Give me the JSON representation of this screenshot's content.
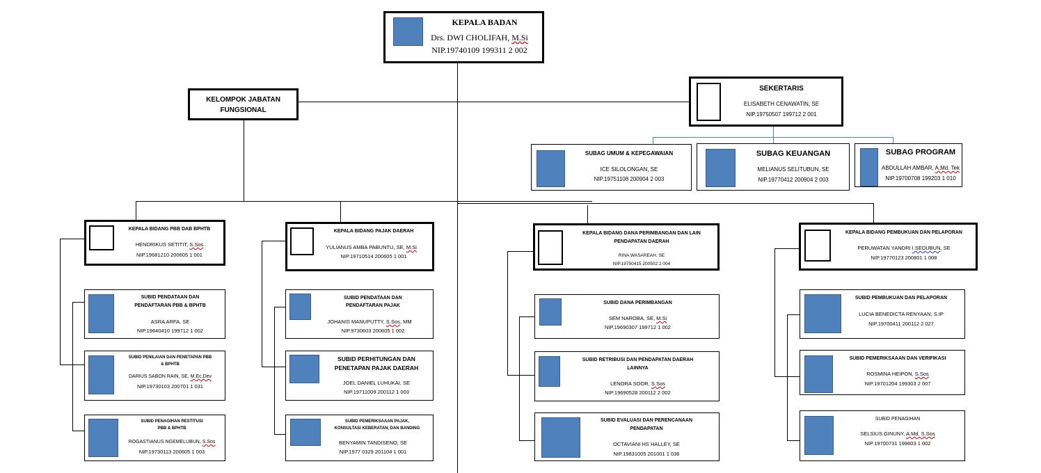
{
  "head": {
    "title": "KEPALA BADAN",
    "name_a": "Drs. DWI CHOLIFAH, ",
    "name_b": "M.Si",
    "nip": "NIP.19740109 199311 2 002"
  },
  "fungsional": {
    "line1": "KELOMPOK JABATAN",
    "line2": "FUNGSIONAL"
  },
  "sekertaris": {
    "title": "SEKERTARIS",
    "name": "ELISABETH  CENAWATIN,  SE",
    "nip": "NIP.19750507 199712 2 001"
  },
  "subag": [
    {
      "title": "SUBAG UMUM & KEPEGAWAIAN",
      "name_a": "ICE SILOLONGAN, SE",
      "name_b": "",
      "nip": "NIP.19751108 200904 2 003"
    },
    {
      "title": "SUBAG KEUANGAN",
      "name_a": "MELIANUS SELITUBUN, SE",
      "name_b": "",
      "nip": "NIP.19770412 200904 2 003"
    },
    {
      "title": "SUBAG PROGRAM",
      "name_a": "ABDULLAH AMBAR, ",
      "name_b": "A.Md. Tek",
      "nip": "NIP.19700708 199203 1 010"
    }
  ],
  "bidang": [
    {
      "title": "KEPALA BIDANG PBB DAB BPHTB",
      "name_a": "HENDRIKUS  SETITIT, ",
      "name_b": "S.Sos",
      "nip": "NIP.19681210  200605  1 001",
      "subid": [
        {
          "title1": "SUBID PENDATAAN DAN",
          "title2": "PENDAFTARAN PBB & BPHTB",
          "name_a": "ASRA  ARFA,  SE",
          "name_b": "",
          "nip": "NIP.19640410  199712  1 002"
        },
        {
          "title1": "SUBID PENILAIAN DAN PENETAPAN PBB",
          "title2": "& BPHTB",
          "name_a": "DARIUS SABON RAIN, SE, ",
          "name_b": "M.Ec.Dev",
          "nip": "NIP.19730103  200701  1 031"
        },
        {
          "title1": "SUBID PENAGIHAN RESTITUSI",
          "title2": "PBB & BPHTB",
          "name_a": "ROGASTIANUS NGEMELUBUN, ",
          "name_b": "S.Sos",
          "nip": "NIP.19730113  200605  1 003"
        }
      ]
    },
    {
      "title": "KEPALA BIDANG PAJAK DAERAH",
      "name_a": "YULIANUS  AMBA PABUNTU,  SE, ",
      "name_b": "M.Si",
      "nip": "NIP.19710514  200605  1 001",
      "subid": [
        {
          "title1": "SUBID PENDATAAN DAN",
          "title2": "PENDAFTARAN PAJAK",
          "name_a": "JOHANIS  MANUPUTTY,  ",
          "name_b": "S.Sos",
          "name_c": ", MM",
          "nip": "NIP.9730603  200605  1 002"
        },
        {
          "title1": "SUBID PERHITUNGAN DAN",
          "title2": "PENETAPAN PAJAK DAERAH",
          "name_a": "JOEL DANIEL LUHUKAI,  SE",
          "name_b": "",
          "nip": "NIP.19711009  200112  1 003"
        },
        {
          "title1": "SUBID PEMERIKSAAAN PAJAK,",
          "title2": "KONSULTASI KEBERATAN, DAN BANDING",
          "name_a": "BENYAMIN TANDISENO,  SE",
          "name_b": "",
          "nip": "NIP.1977  0329 201104  1 001"
        }
      ]
    },
    {
      "title1": "KEPALA BIDANG DANA PERIMBANGAN DAN LAIN",
      "title2": "PENDAPATAN DAERAH",
      "name_a": "RINA WASAREAH, SE",
      "name_b": "",
      "nip": "NIP.19750415 200502 2 004",
      "subid": [
        {
          "title1": "SUBID DANA PERIMBANGAN",
          "title2": "",
          "name_a": "SEM NAROBA,  SE, ",
          "name_b": "M.Si",
          "nip": "NIP.19690307  199712  1 002"
        },
        {
          "title1": "SUBID RETRIBUSI DAN PENDAPATAN DAERAH",
          "title2": "LAINNYA",
          "name_a": "LENORA  SOOR, ",
          "name_b": "S.Sos",
          "nip": "NIP.19690528  200112  2 002"
        },
        {
          "title1": "SUBID EVALUASI DAN PERENCANAAN",
          "title2": "PENDAPATAN",
          "name_a": "OCTAVIANI HS HALLEY,  SE",
          "name_b": "",
          "nip": "NIP.19831005  201001  1 036"
        }
      ]
    },
    {
      "title": "KEPALA BIDANG PEMBUKUAN DAN PELAPORAN",
      "name_a": "PERUWATAN  YANDRI ",
      "name_b": "I.SEDUBUN",
      "name_c": ",  SE",
      "nip": "NIP.19770123  200801  1 008",
      "subid": [
        {
          "title1": "SUBID PEMBUKUAN DAN PELAPORAN",
          "title2": "",
          "name_a": "LUCIA  BENEDICTA  RENYAAN,  S.IP",
          "name_b": "",
          "nip": "NIP.19700411  200112  2 027"
        },
        {
          "title1": "SUBID PEMERIKSAAAN DAN VERIFIKASI",
          "title2": "",
          "name_a": "ROSMINA  HEIPON, ",
          "name_b": "S.Sos",
          "nip": "NIP.19701204  199303  2 007"
        },
        {
          "title1": "SUBID PENAGIHAN",
          "title2": "",
          "name_a": "SELSIUS GINUNY,  ",
          "name_b": "A.Md. S.Sos",
          "nip": "NIP.19700731  199603  1 002"
        }
      ]
    }
  ],
  "colors": {
    "photo_fill": "#4f81bd",
    "photo_border": "#385d8a",
    "spell_mark": "#d00000",
    "spell_mark_blue": "#1f3fcf"
  }
}
